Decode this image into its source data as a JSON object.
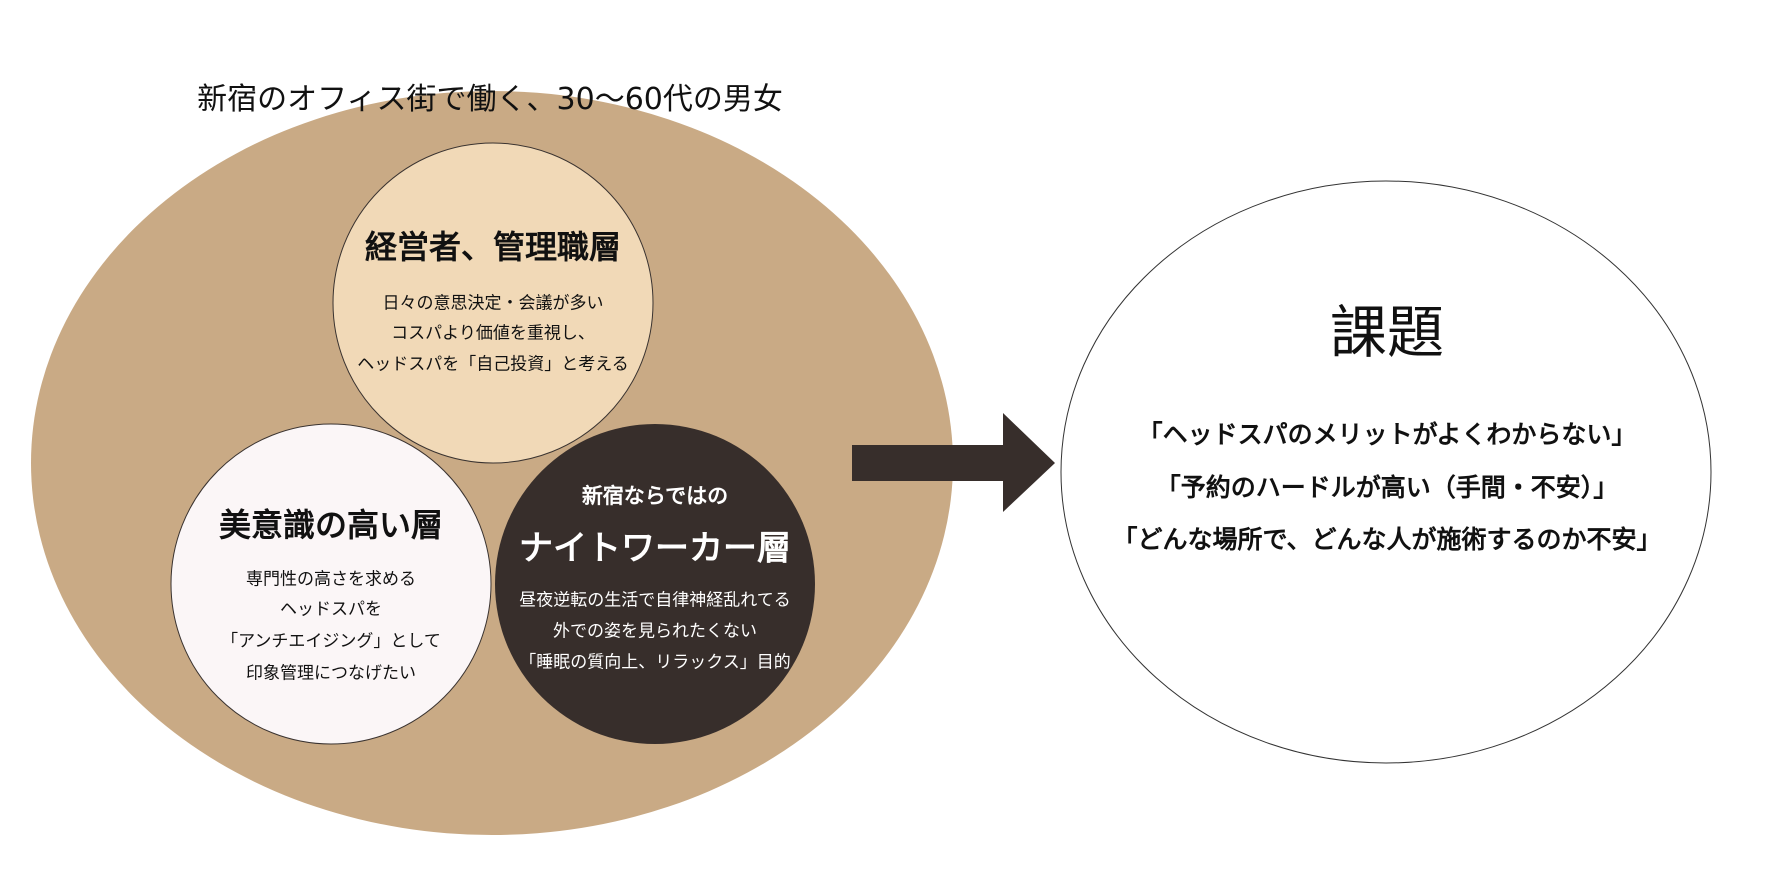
{
  "colors": {
    "outer_ellipse": "#c9aa85",
    "executives_circle": "#f1d9b7",
    "beauty_circle": "#fbf6f7",
    "nightworker_circle": "#372e2b",
    "arrow": "#372e2b",
    "issue_ellipse": "#ffffff"
  },
  "target": {
    "title": "新宿のオフィス街で働く、30〜60代の男女"
  },
  "segments": {
    "executives": {
      "title": "経営者、管理職層",
      "lines": [
        "日々の意思決定・会議が多い",
        "コスパより価値を重視し、",
        "ヘッドスパを「自己投資」と考える"
      ]
    },
    "beauty": {
      "title": "美意識の高い層",
      "lines": [
        "専門性の高さを求める",
        "ヘッドスパを",
        "「アンチエイジング」として",
        "印象管理につなげたい"
      ]
    },
    "nightworker": {
      "subtitle": "新宿ならではの",
      "title": "ナイトワーカー層",
      "lines": [
        "昼夜逆転の生活で自律神経乱れてる",
        "外での姿を見られたくない",
        "「睡眠の質向上、リラックス」目的"
      ]
    }
  },
  "issues": {
    "title": "課題",
    "lines": [
      "「ヘッドスパのメリットがよくわからない」",
      "「予約のハードルが高い（手間・不安）」",
      "「どんな場所で、どんな人が施術するのか不安」"
    ]
  }
}
